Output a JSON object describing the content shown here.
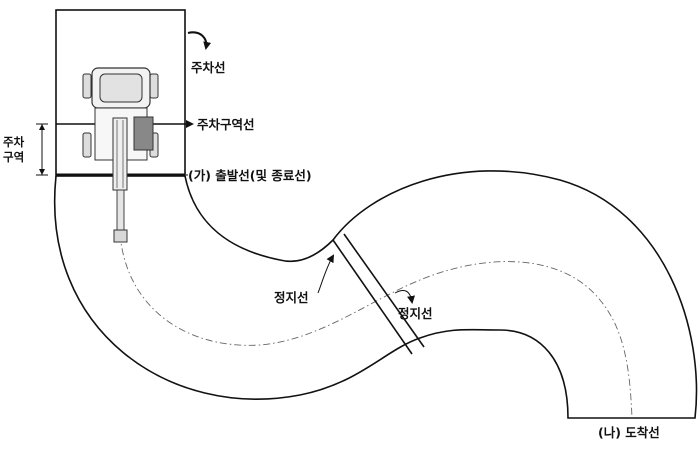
{
  "labels": {
    "parking_line": "주차선",
    "parking_area_line": "주차구역선",
    "parking_area_vertical": [
      "주차",
      "구역"
    ],
    "start_line": "(가) 출발선(및 종료선)",
    "stop_line_left": "정지선",
    "stop_line_right": "정지선",
    "arrival_line": "(나) 도착선"
  },
  "colors": {
    "stroke": "#111111",
    "vehicle_fill": "#e9e9e9",
    "vehicle_dark": "#555555",
    "background": "#ffffff"
  }
}
